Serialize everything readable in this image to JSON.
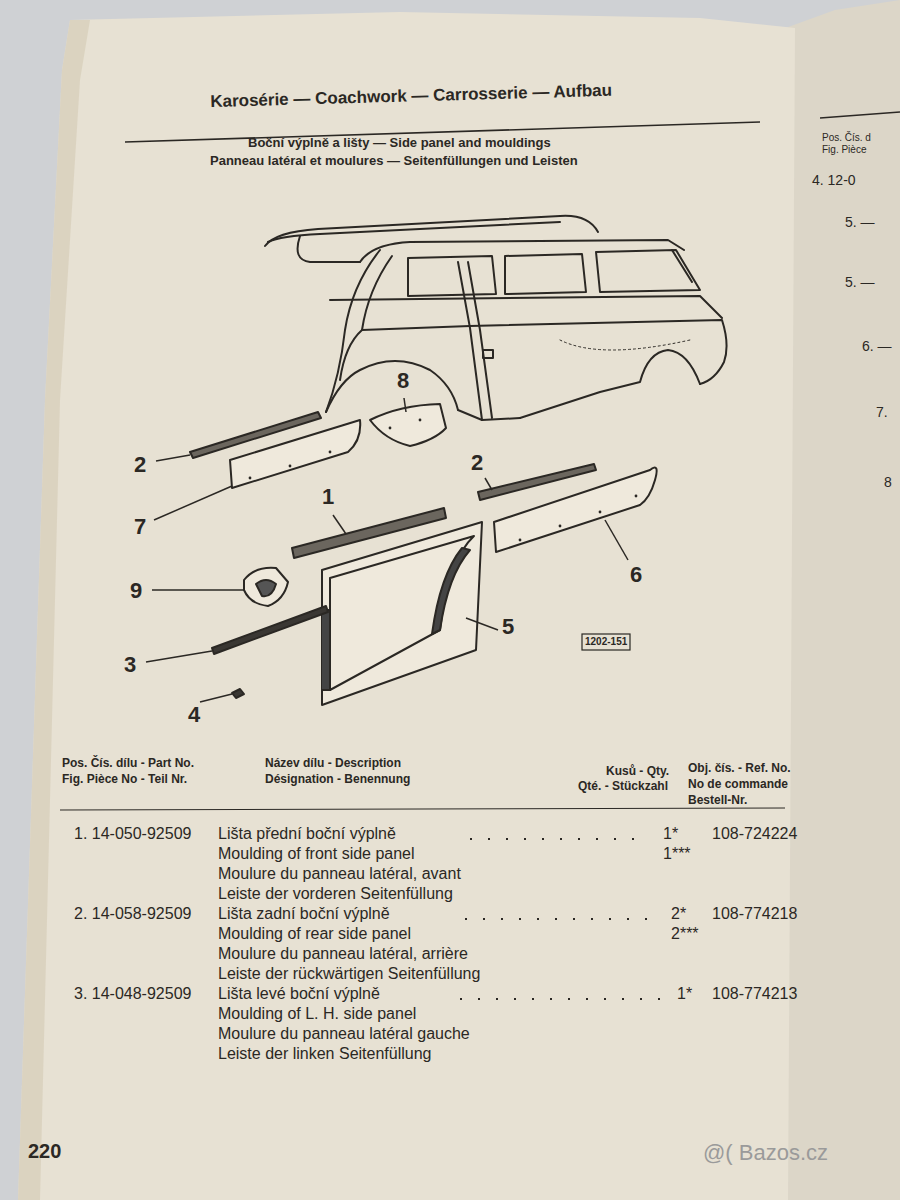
{
  "diagram": {
    "title": "Karosérie — Coachwork — Carrosserie — Aufbau",
    "labels": [
      "Boční výplně a lišty — Side panel and mouldings",
      "Panneau latéral et moulures — Seitenfüllungen und Leisten",
      "8",
      "2",
      "7",
      "2",
      "1",
      "9",
      "6",
      "3",
      "5",
      "4",
      "1202-151",
      "Pos. Čís. dílu - Part No.",
      "Fig. Pièce No - Teil Nr.",
      "Název dílu - Description",
      "Désignation - Benennung",
      "Kusů - Qty.",
      "Qté. - Stückzahl",
      "Obj. čís. - Ref. No.",
      "No de commande",
      "Bestell-Nr.",
      "1. 14-050-92509",
      "Lišta přední boční výplně",
      "Moulding of front side panel",
      "Moulure du panneau latéral, avant",
      "Leiste der vorderen Seitenfüllung",
      "1*",
      "1***",
      "108-724224",
      "2. 14-058-92509",
      "Lišta zadní boční výplně",
      "Moulding of rear side panel",
      "Moulure du panneau latéral, arrière",
      "Leiste der rückwärtigen Seitenfüllung",
      "2*",
      "2***",
      "108-774218",
      "3. 14-048-92509",
      "Lišta levé boční výplně",
      "Moulding of L. H. side panel",
      "Moulure du panneau latéral gauche",
      "Leiste der linken Seitenfüllung",
      "1*",
      "108-774213",
      "220",
      "@( Bazos.cz",
      "Pos. Čís. d",
      "Fig. Pièce",
      "4. 12-0",
      "5. —",
      "5. —",
      "6. —",
      "7.",
      "8"
    ]
  }
}
